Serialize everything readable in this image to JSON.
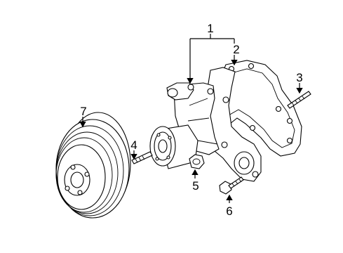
{
  "callouts": {
    "c1": "1",
    "c2": "2",
    "c3": "3",
    "c4": "4",
    "c5": "5",
    "c6": "6",
    "c7": "7"
  },
  "parts": {
    "pump": "water-pump",
    "gasket": "gasket",
    "stud": "stud",
    "stud_small": "stud",
    "nut": "nut",
    "bolt": "bolt",
    "pulley": "pulley"
  }
}
